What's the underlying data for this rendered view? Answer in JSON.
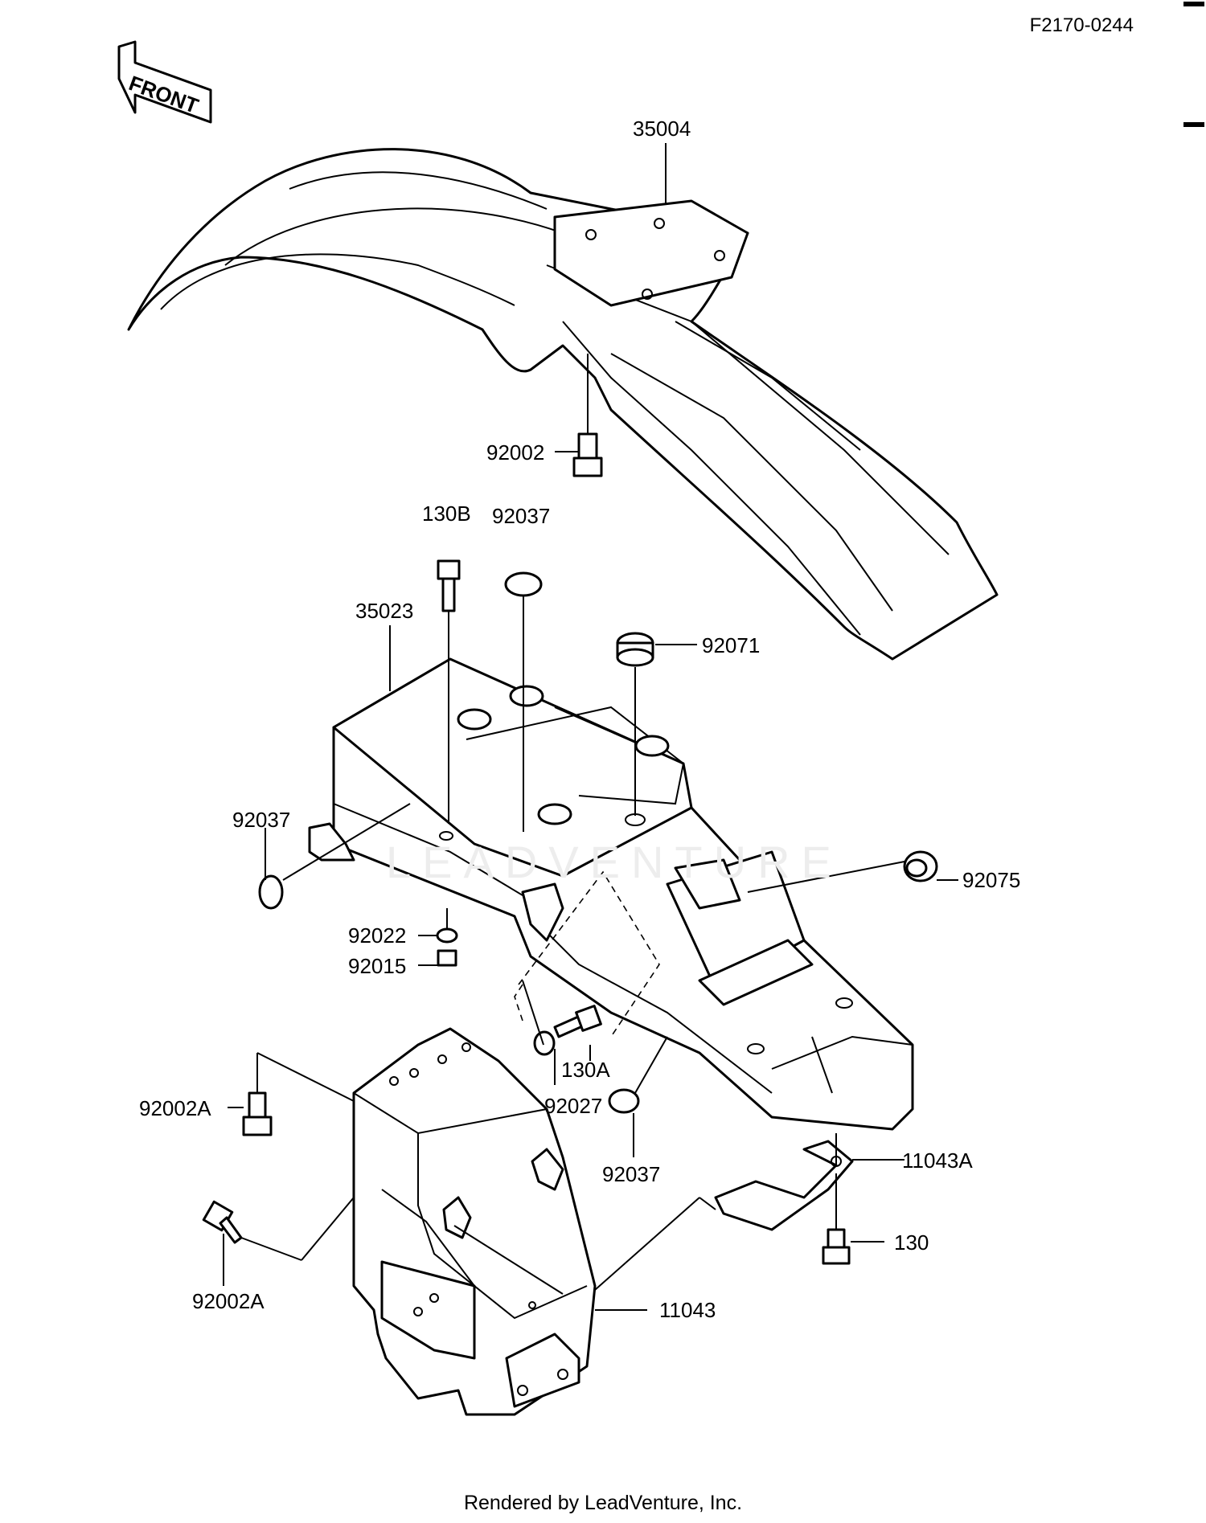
{
  "diagram_id": "F2170-0244",
  "front_label": "FRONT",
  "watermark": "LEADVENTURE",
  "footer": "Rendered by LeadVenture, Inc.",
  "callouts": {
    "p35004": "35004",
    "p92002": "92002",
    "p130B": "130B",
    "p92037_top": "92037",
    "p35023": "35023",
    "p92071": "92071",
    "p92037_left": "92037",
    "p92075": "92075",
    "p92022": "92022",
    "p92015": "92015",
    "p92002A_a": "92002A",
    "p130A": "130A",
    "p92027": "92027",
    "p92037_bottom": "92037",
    "p11043A": "11043A",
    "p130": "130",
    "p92002A_b": "92002A",
    "p11043": "11043"
  }
}
